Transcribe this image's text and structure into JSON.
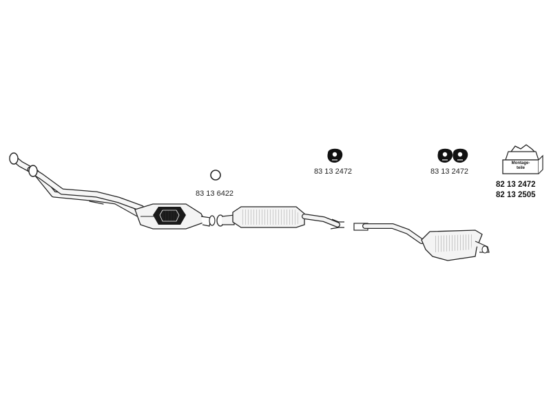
{
  "parts": {
    "ring_gasket": {
      "part_number": "83 13 6422"
    },
    "rubber_hanger_single": {
      "part_number": "83 13 2472"
    },
    "rubber_hanger_pair": {
      "part_number": "83 13 2472"
    },
    "mounting_kit": {
      "box_text": "Montage-\nteile",
      "part_number_1": "82 13 2472",
      "part_number_2": "82 13 2505"
    }
  },
  "colors": {
    "line": "#222222",
    "pipe_fill": "#f4f4f4",
    "dark": "#111111"
  }
}
